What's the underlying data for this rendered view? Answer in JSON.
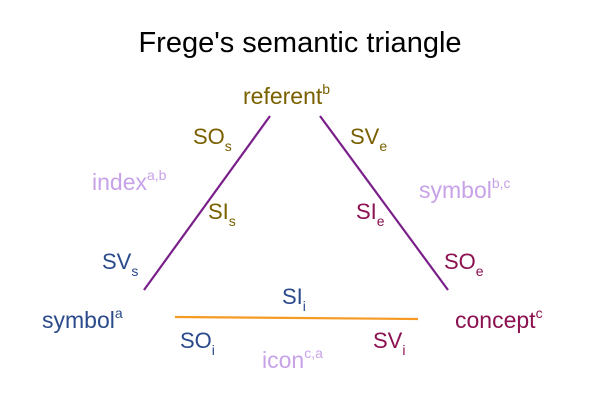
{
  "title": "Frege's semantic triangle",
  "colors": {
    "title": "#000000",
    "referent": "#7a6000",
    "concept": "#8b1150",
    "symbol": "#2b4a8b",
    "pastel": "#c8a2e8",
    "edge_purple": "#7a1f8a",
    "edge_orange": "#f59a23"
  },
  "vertices": {
    "referent": {
      "base": "referent",
      "sup": "b"
    },
    "symbol": {
      "base": "symbol",
      "sup": "a"
    },
    "concept": {
      "base": "concept",
      "sup": "c"
    }
  },
  "side_labels": {
    "index": {
      "base": "index",
      "sup": "a,b"
    },
    "symbol": {
      "base": "symbol",
      "sup": "b,c"
    },
    "icon": {
      "base": "icon",
      "sup": "c,a"
    }
  },
  "edge_labels": {
    "SOs": {
      "base": "SO",
      "sub": "s"
    },
    "SIs": {
      "base": "SI",
      "sub": "s"
    },
    "SVs": {
      "base": "SV",
      "sub": "s"
    },
    "SVe": {
      "base": "SV",
      "sub": "e"
    },
    "SIe": {
      "base": "SI",
      "sub": "e"
    },
    "SOe": {
      "base": "SO",
      "sub": "e"
    },
    "SIi": {
      "base": "SI",
      "sub": "i"
    },
    "SOi": {
      "base": "SO",
      "sub": "i"
    },
    "SVi": {
      "base": "SV",
      "sub": "i"
    }
  }
}
